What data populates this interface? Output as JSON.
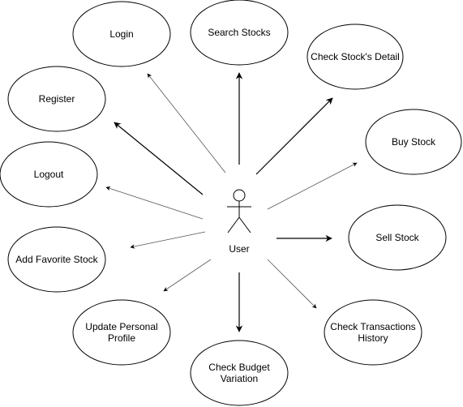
{
  "actor": {
    "label": "User"
  },
  "use_cases": [
    {
      "id": "login",
      "label": [
        "Login"
      ]
    },
    {
      "id": "search-stocks",
      "label": [
        "Search Stocks"
      ]
    },
    {
      "id": "check-stock-detail",
      "label": [
        "Check Stock's Detail"
      ]
    },
    {
      "id": "register",
      "label": [
        "Register"
      ]
    },
    {
      "id": "buy-stock",
      "label": [
        "Buy Stock"
      ]
    },
    {
      "id": "logout",
      "label": [
        "Logout"
      ]
    },
    {
      "id": "sell-stock",
      "label": [
        "Sell Stock"
      ]
    },
    {
      "id": "add-favorite-stock",
      "label": [
        "Add Favorite Stock"
      ]
    },
    {
      "id": "update-personal-profile",
      "label": [
        "Update Personal",
        "Profile"
      ]
    },
    {
      "id": "check-transactions-history",
      "label": [
        "Check Transactions",
        "History"
      ]
    },
    {
      "id": "check-budget-variation",
      "label": [
        "Check Budget",
        "Variation"
      ]
    }
  ],
  "colors": {
    "stroke": "#000000",
    "thin_arrow": "#555555",
    "background": "#ffffff"
  }
}
